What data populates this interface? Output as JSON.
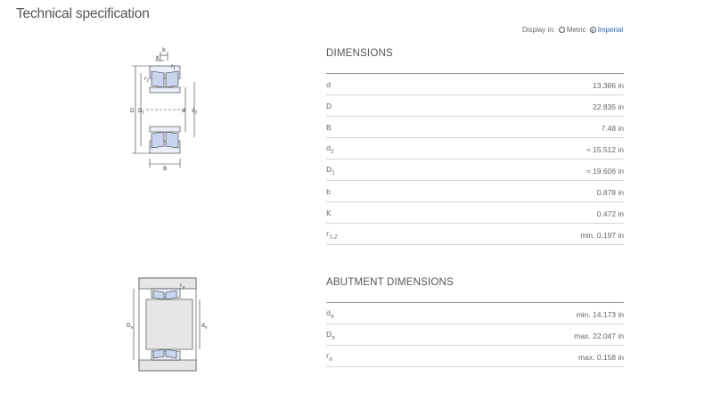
{
  "page": {
    "title": "Technical specification"
  },
  "display": {
    "label": "Display in:",
    "options": [
      {
        "label": "Metric",
        "selected": false
      },
      {
        "label": "Imperial",
        "selected": true
      }
    ],
    "accent_color": "#2b63b6"
  },
  "dimensions": {
    "title": "DIMENSIONS",
    "rows": [
      {
        "symbol": "d",
        "sub": "",
        "value": "13.386 in"
      },
      {
        "symbol": "D",
        "sub": "",
        "value": "22.835 in"
      },
      {
        "symbol": "B",
        "sub": "",
        "value": "7.48 in"
      },
      {
        "symbol": "d",
        "sub": "2",
        "value": "≈ 15.512 in"
      },
      {
        "symbol": "D",
        "sub": "1",
        "value": "≈ 19.606 in"
      },
      {
        "symbol": "b",
        "sub": "",
        "value": "0.878 in"
      },
      {
        "symbol": "K",
        "sub": "",
        "value": "0.472 in"
      },
      {
        "symbol": "r",
        "sub": "1,2",
        "value": "min. 0.197 in"
      }
    ]
  },
  "abutment": {
    "title": "ABUTMENT DIMENSIONS",
    "rows": [
      {
        "symbol": "d",
        "sub": "a",
        "value": "min. 14.173 in"
      },
      {
        "symbol": "D",
        "sub": "a",
        "value": "max. 22.047 in"
      },
      {
        "symbol": "r",
        "sub": "a",
        "value": "max. 0.158 in"
      }
    ]
  },
  "diagram_labels": {
    "bearing": {
      "b": "b",
      "K": "K",
      "r1": "r",
      "r2": "r",
      "D": "D",
      "D1": "D",
      "d": "d",
      "d2": "d",
      "B": "B"
    },
    "abutment": {
      "Da": "D",
      "da": "d",
      "ra": "r"
    }
  }
}
